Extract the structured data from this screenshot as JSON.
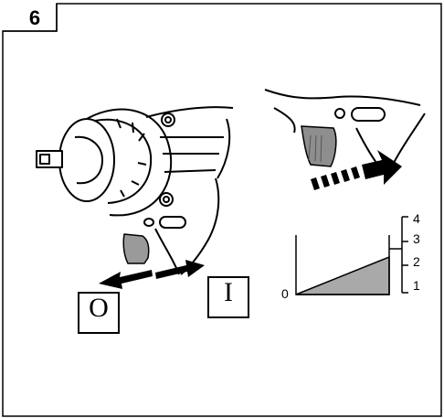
{
  "figure_number": "6",
  "switch_positions": {
    "off_symbol": "O",
    "on_symbol": "I"
  },
  "speed_graph": {
    "origin_label": "0",
    "levels": [
      "4",
      "3",
      "2",
      "1"
    ]
  }
}
